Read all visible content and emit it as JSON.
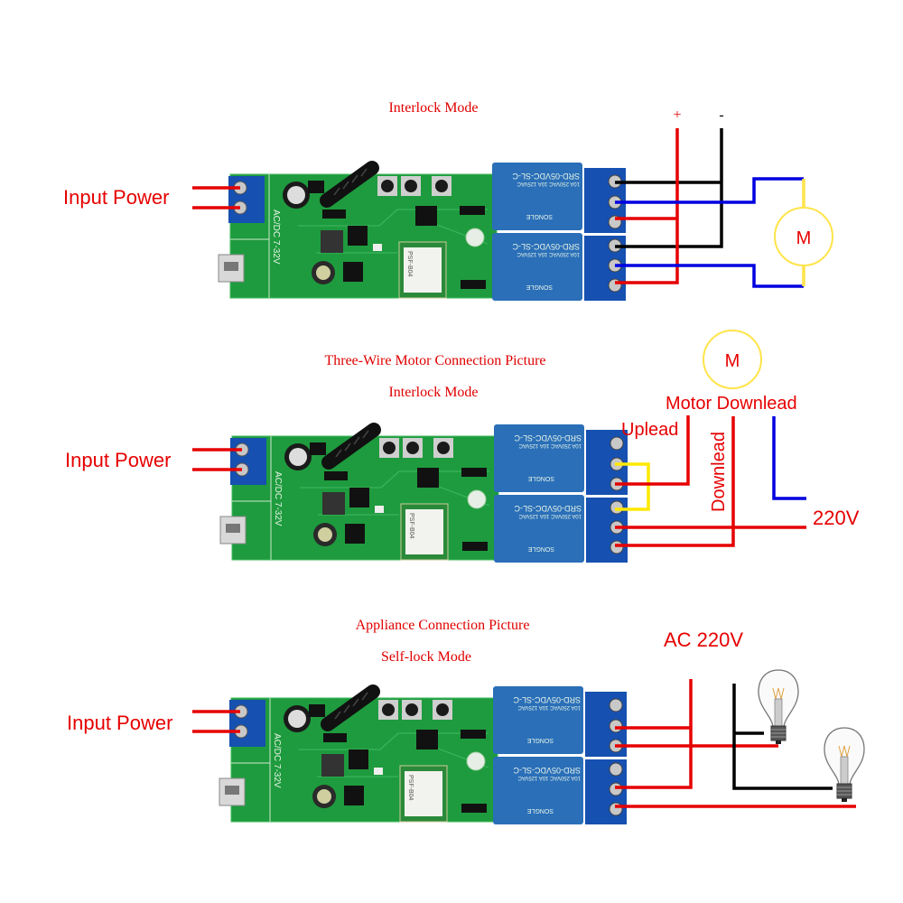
{
  "colors": {
    "wire_red": "#e60000",
    "wire_black": "#000000",
    "wire_blue": "#0000e0",
    "wire_yellow": "#ffe800",
    "pcb_green": "#1e9b3e",
    "relay_blue": "#2a6fb8",
    "terminal_blue": "#1650b0"
  },
  "pcb": {
    "power_label": "AC/DC 7-32V",
    "relay_label": "SRD-05VDC-SL-C",
    "relay_brand": "SONGLE",
    "relay_rating": "10A 250VAC 10A 125VAC",
    "module_label": "PSF-B04"
  },
  "panel1": {
    "mode": "Interlock Mode",
    "input_power": "Input Power",
    "plus": "+",
    "minus": "-",
    "motor": "M"
  },
  "panel2": {
    "caption": "Three-Wire Motor Connection Picture",
    "mode": "Interlock Mode",
    "input_power": "Input Power",
    "motor": "M",
    "motor_downlead": "Motor Downlead",
    "uplead": "Uplead",
    "downlead": "Downlead",
    "voltage": "220V"
  },
  "panel3": {
    "caption": "Appliance Connection Picture",
    "mode": "Self-lock Mode",
    "input_power": "Input Power",
    "voltage": "AC 220V"
  },
  "icons": {
    "motor": "motor-circle-icon",
    "bulb": "light-bulb-icon"
  }
}
